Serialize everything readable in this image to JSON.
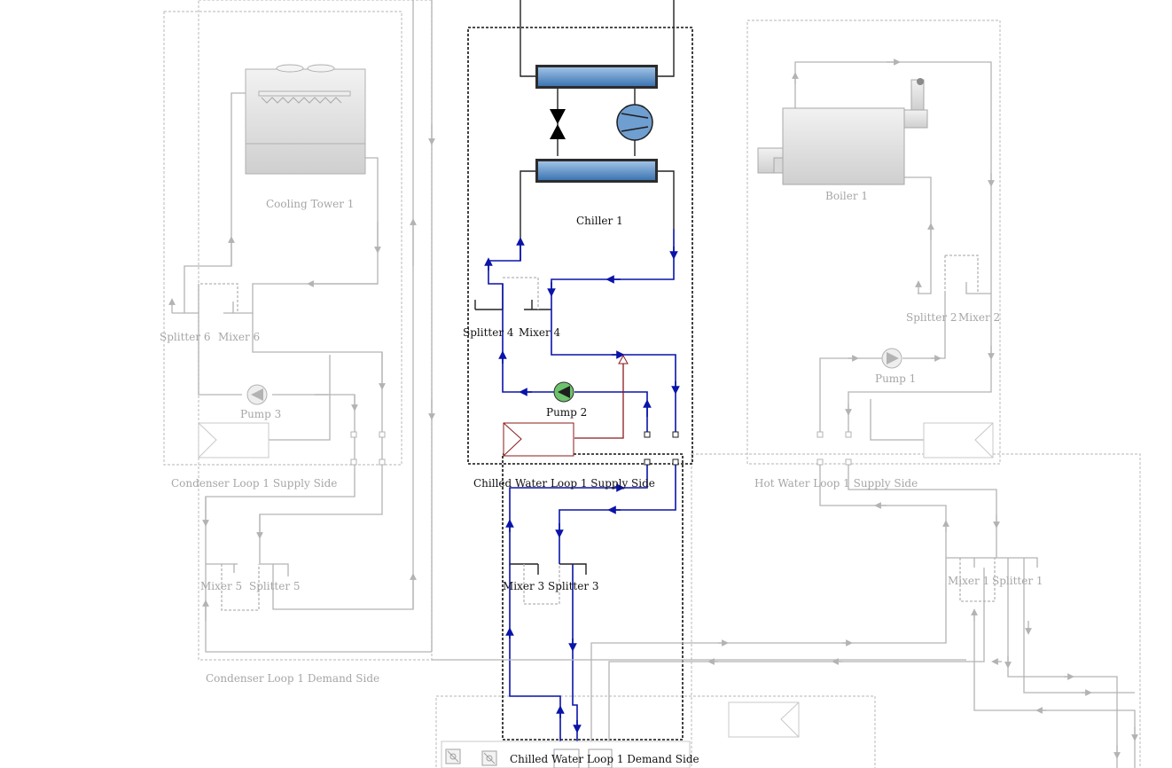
{
  "diagram": {
    "labels": {
      "cooling_tower": "Cooling Tower 1",
      "chiller": "Chiller 1",
      "boiler": "Boiler 1",
      "splitter6": "Splitter 6",
      "mixer6": "Mixer 6",
      "splitter4": "Splitter 4",
      "mixer4": "Mixer 4",
      "splitter2": "Splitter 2",
      "mixer2": "Mixer 2",
      "pump3": "Pump 3",
      "pump2": "Pump 2",
      "pump1": "Pump 1",
      "condenser_supply": "Condenser Loop 1 Supply Side",
      "chilled_supply": "Chilled Water Loop 1 Supply Side",
      "hotwater_supply": "Hot Water Loop 1 Supply Side",
      "mixer5": "Mixer 5",
      "splitter5": "Splitter 5",
      "mixer3": "Mixer 3",
      "splitter3": "Splitter 3",
      "mixer1": "Mixer 1",
      "splitter1": "Splitter 1",
      "condenser_demand": "Condenser Loop 1 Demand Side",
      "chilled_demand": "Chilled Water Loop 1 Demand Side"
    },
    "colors": {
      "active_pipe": "#0a14a8",
      "inactive_pipe": "#b3b3b3",
      "chiller_hx": "#4f86c0",
      "pump_active": "#6cc36c",
      "heat_exchanger": "#8b1a1a"
    },
    "icons": [
      "cooling-tower-icon",
      "chiller-icon",
      "boiler-icon",
      "pump-icon",
      "heat-exchanger-icon",
      "expansion-valve-icon",
      "compressor-icon"
    ]
  }
}
